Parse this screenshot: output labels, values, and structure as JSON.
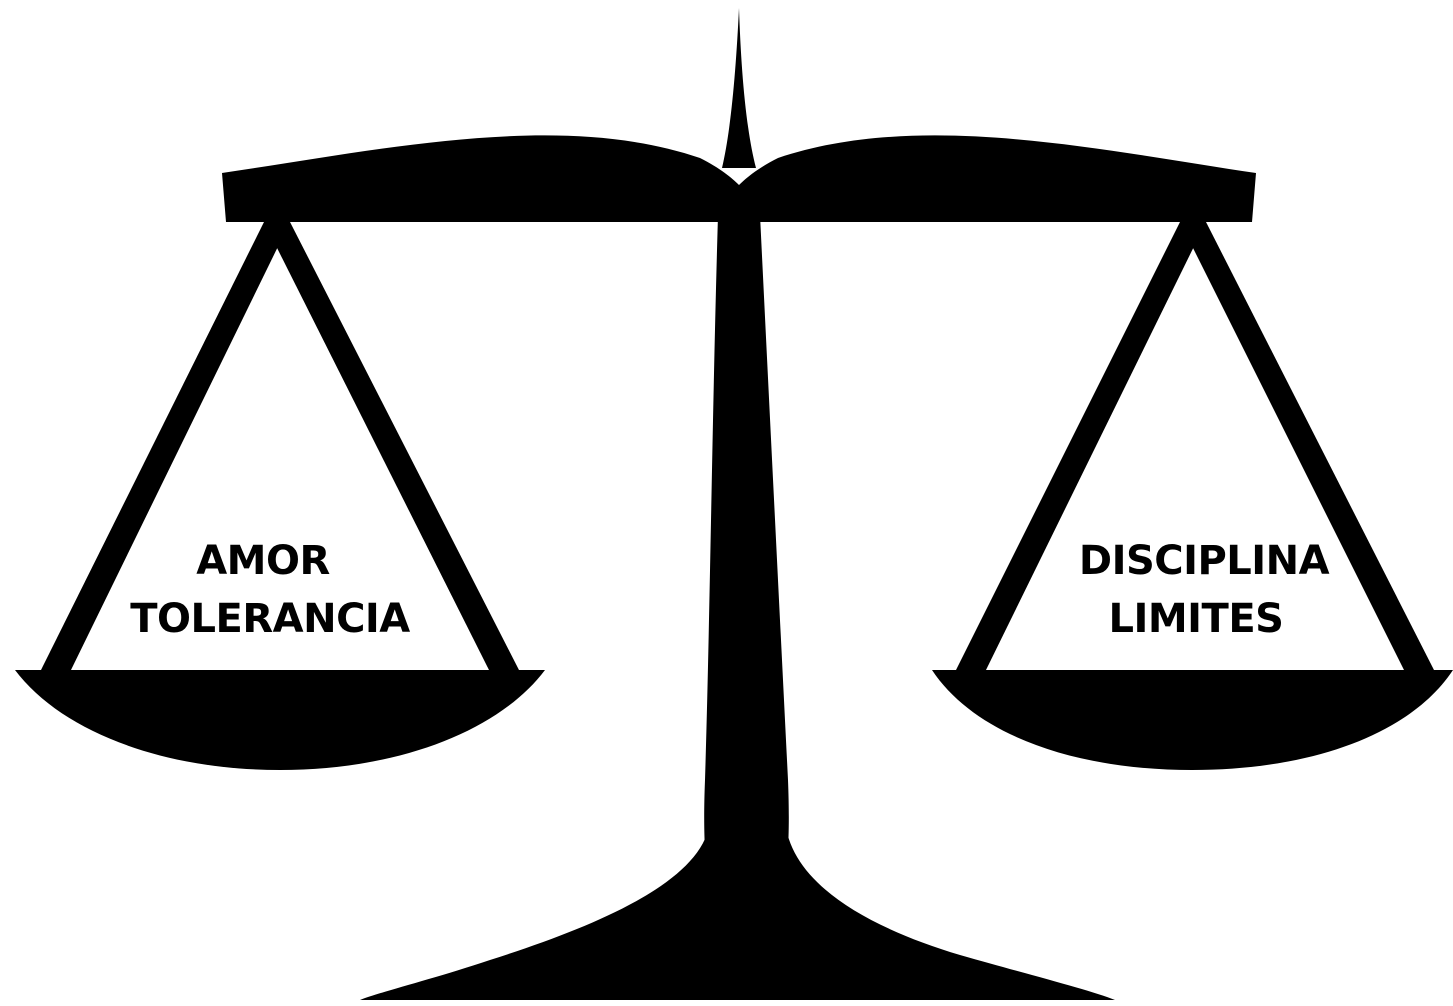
{
  "colors": {
    "background": "#ffffff",
    "silhouette": "#000000",
    "text": "#000000"
  },
  "left_pan": {
    "line1": "AMOR",
    "line2": "TOLERANCIA"
  },
  "right_pan": {
    "line1": "DISCIPLINA",
    "line2": "LIMITES"
  }
}
